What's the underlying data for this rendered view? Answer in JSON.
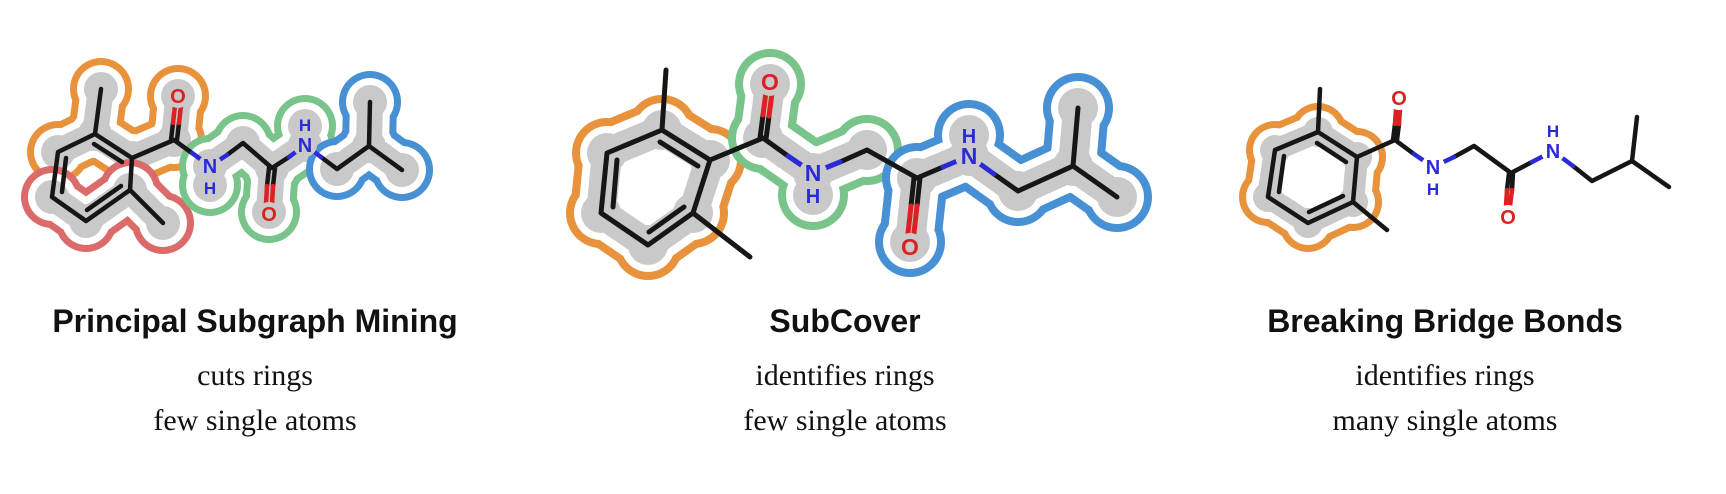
{
  "figure": {
    "background": "#FFFFFF",
    "highlight_gray": "#C9C9C9",
    "atom_colors": {
      "carbon": "#161616",
      "nitrogen": "#2A2AD6",
      "oxygen": "#DB2121"
    },
    "panels": [
      {
        "title": "Principal Subgraph Mining",
        "caption_line1": "cuts rings",
        "caption_line2": "few single atoms",
        "fragments": [
          {
            "name": "ring-top-half-with-carbonyl",
            "color": "#E8923C"
          },
          {
            "name": "ring-bottom-half",
            "color": "#DB6A6A"
          },
          {
            "name": "glycine-amide",
            "color": "#79C48A"
          },
          {
            "name": "isobutyl",
            "color": "#4890D4"
          }
        ],
        "atom_labels": {
          "o": "O",
          "n": "N",
          "h": "H"
        }
      },
      {
        "title": "SubCover",
        "caption_line1": "identifies rings",
        "caption_line2": "few single atoms",
        "fragments": [
          {
            "name": "benzene-ring",
            "color": "#E8923C"
          },
          {
            "name": "amide",
            "color": "#79C48A"
          },
          {
            "name": "amide-isobutyl",
            "color": "#4890D4"
          }
        ],
        "atom_labels": {
          "o": "O",
          "n": "N",
          "h": "H"
        }
      },
      {
        "title": "Breaking Bridge Bonds",
        "caption_line1": "identifies rings",
        "caption_line2": "many single atoms",
        "fragments": [
          {
            "name": "benzene-ring",
            "color": "#E8923C"
          }
        ],
        "atom_labels": {
          "o": "O",
          "n": "N",
          "h": "H"
        }
      }
    ]
  }
}
